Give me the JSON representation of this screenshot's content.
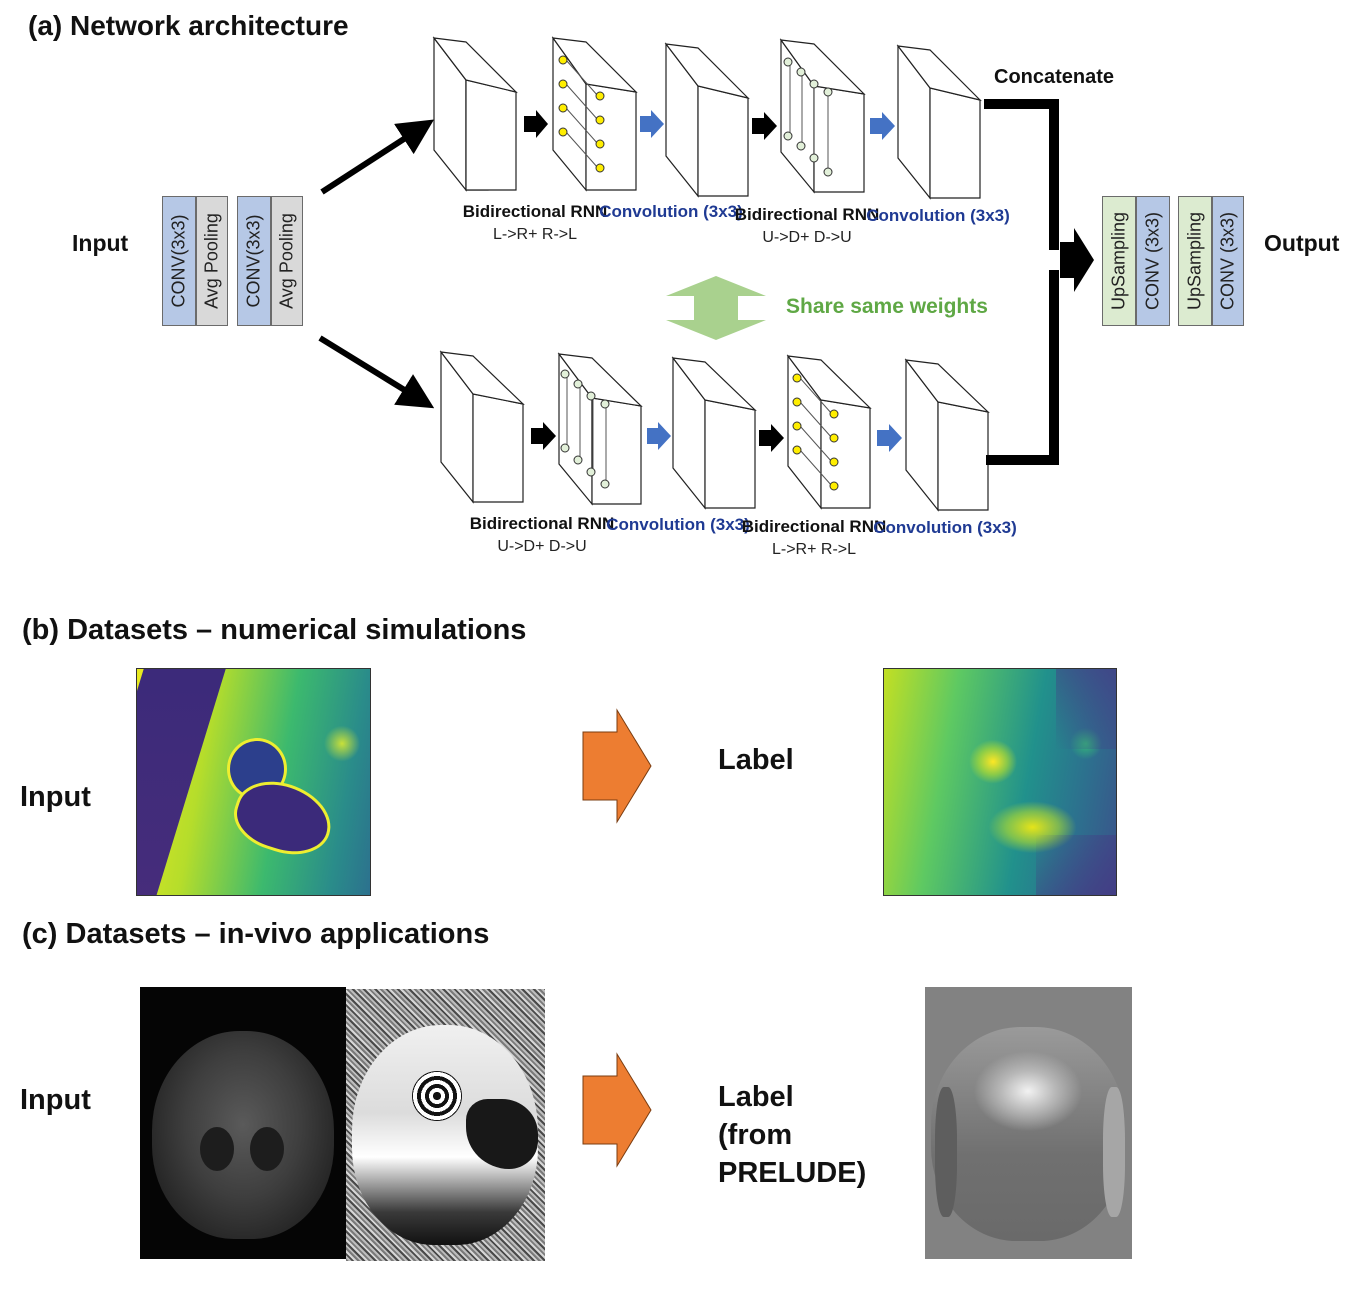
{
  "sections": {
    "a_title": "(a) Network architecture",
    "b_title": "(b) Datasets – numerical simulations",
    "c_title": "(c) Datasets – in-vivo applications"
  },
  "network": {
    "input_label": "Input",
    "output_label": "Output",
    "concatenate_label": "Concatenate",
    "share_weights_label": "Share same weights",
    "encoder_blocks": [
      "CONV(3x3)",
      "Avg Pooling",
      "CONV(3x3)",
      "Avg Pooling"
    ],
    "decoder_blocks": [
      "UpSampling",
      "CONV (3x3)",
      "UpSampling",
      "CONV (3x3)"
    ],
    "top_branch": [
      {
        "title": "Bidirectional RNN",
        "sub": "L->R+ R->L"
      },
      {
        "title": "Convolution (3x3)",
        "sub": ""
      },
      {
        "title": "Bidirectional RNN",
        "sub": "U->D+ D->U"
      },
      {
        "title": "Convolution (3x3)",
        "sub": ""
      }
    ],
    "bottom_branch": [
      {
        "title": "Bidirectional RNN",
        "sub": "U->D+ D->U"
      },
      {
        "title": "Convolution (3x3)",
        "sub": ""
      },
      {
        "title": "Bidirectional RNN",
        "sub": "L->R+ R->L"
      },
      {
        "title": "Convolution (3x3)",
        "sub": ""
      }
    ],
    "colors": {
      "conv_block": "#b6c8e6",
      "pool_block": "#d9d9d9",
      "upsample_block": "#dcebd0",
      "conv_arrow": "#4472c4",
      "share_arrow": "#a9d18e",
      "dot_yellow": "#ffee00",
      "dot_green": "#e2f0d9"
    }
  },
  "datasets_sim": {
    "input_label": "Input",
    "label_label": "Label",
    "arrow_color": "#ed7d31"
  },
  "datasets_invivo": {
    "input_label": "Input",
    "label_line1": "Label",
    "label_line2": "(from",
    "label_line3": "PRELUDE)"
  }
}
